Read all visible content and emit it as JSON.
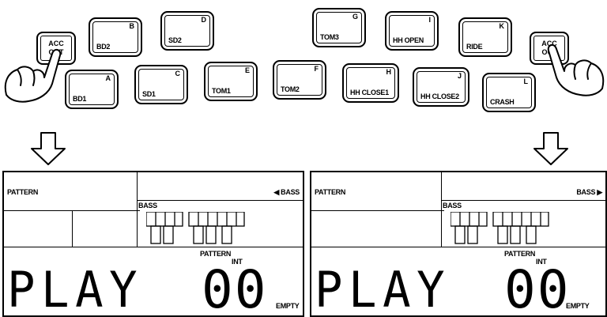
{
  "pads": [
    {
      "id": "bd2",
      "name": "BD2",
      "letter": "B"
    },
    {
      "id": "sd2",
      "name": "SD2",
      "letter": "D"
    },
    {
      "id": "tom3",
      "name": "TOM3",
      "letter": "G"
    },
    {
      "id": "hh-open",
      "name": "HH OPEN",
      "letter": "I"
    },
    {
      "id": "ride",
      "name": "RIDE",
      "letter": "K"
    },
    {
      "id": "bd1",
      "name": "BD1",
      "letter": "A"
    },
    {
      "id": "sd1",
      "name": "SD1",
      "letter": "C"
    },
    {
      "id": "tom1",
      "name": "TOM1",
      "letter": "E"
    },
    {
      "id": "tom2",
      "name": "TOM2",
      "letter": "F"
    },
    {
      "id": "hh-close1",
      "name": "HH CLOSE1",
      "letter": "H"
    },
    {
      "id": "hh-close2",
      "name": "HH CLOSE2",
      "letter": "J"
    },
    {
      "id": "crash",
      "name": "CRASH",
      "letter": "L"
    }
  ],
  "acc_left": {
    "line1": "ACC",
    "line2": "OCT"
  },
  "acc_right": {
    "line1": "ACC",
    "line2": "OCT"
  },
  "display_left": {
    "pattern_label": "PATTERN",
    "bass_arrow_label": "◀ BASS",
    "bass_label": "BASS",
    "pattern_int_line1": "PATTERN",
    "pattern_int_line2": "INT",
    "mode_text": "PLAY",
    "number_text": "00",
    "empty_label": "EMPTY"
  },
  "display_right": {
    "pattern_label": "PATTERN",
    "bass_arrow_label": "BASS ▶",
    "bass_label": "BASS",
    "pattern_int_line1": "PATTERN",
    "pattern_int_line2": "INT",
    "mode_text": "PLAY",
    "number_text": "00",
    "empty_label": "EMPTY"
  }
}
